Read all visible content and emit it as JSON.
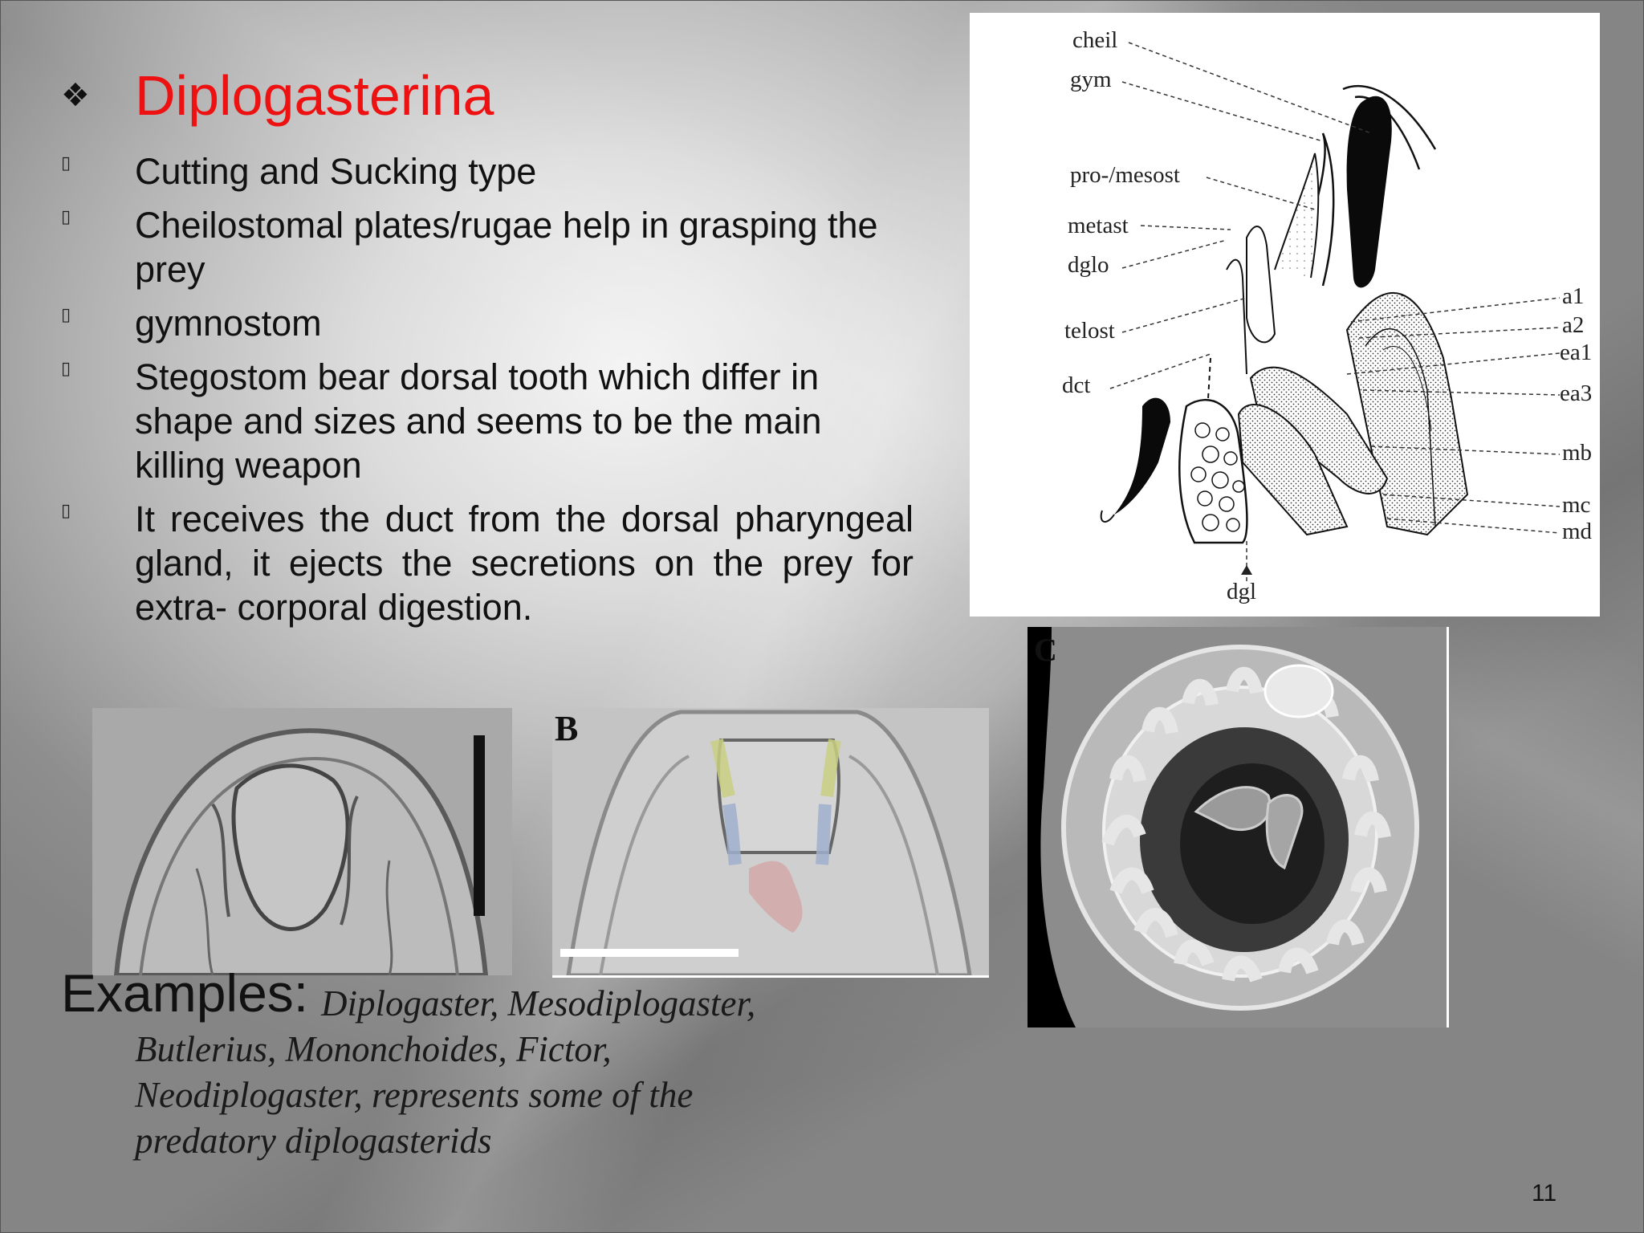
{
  "slide": {
    "title_bullet": "❖",
    "title": "Diplogasterina",
    "bullet_glyph": "▯",
    "bullets": [
      "Cutting and Sucking type",
      "Cheilostomal plates/rugae help in grasping the prey",
      "gymnostom",
      "Stegostom bear dorsal tooth which differ in shape and sizes and seems to be the main killing weapon",
      "It receives the duct from the dorsal pharyngeal gland, it ejects the secretions on the prey for extra- corporal digestion."
    ],
    "examples_label": "Examples:",
    "examples_first": "Diplogaster, Mesodiplogaster,",
    "examples_rest": "Butlerius, Mononchoides, Fictor, Neodiplogaster, represents some of the predatory diplogasterids",
    "page_number": "11"
  },
  "diagram": {
    "left_labels": [
      "cheil",
      "gym",
      "pro-/mesost",
      "metast",
      "dglo",
      "telost",
      "dct"
    ],
    "right_labels": [
      "a1",
      "a2",
      "ea1",
      "ea3",
      "mb",
      "mc",
      "md"
    ],
    "bottom_label": "dgl"
  },
  "photos": {
    "b_label": "B",
    "c_label": "C"
  },
  "colors": {
    "title": "#ee1111",
    "text": "#111111"
  }
}
